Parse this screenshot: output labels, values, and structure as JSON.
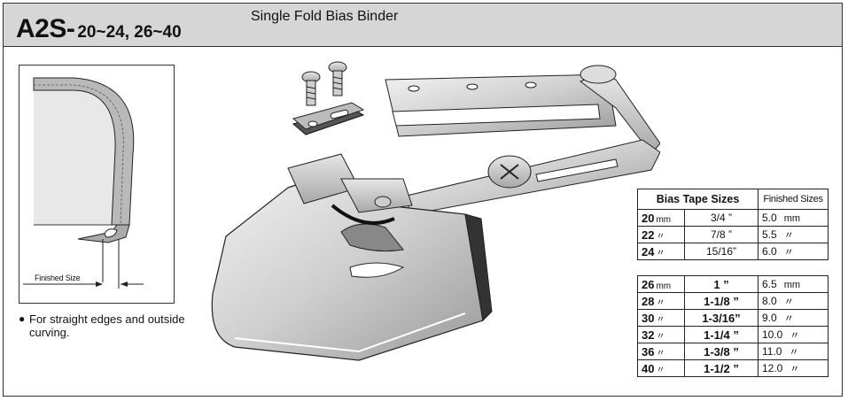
{
  "header": {
    "model_prefix": "A2S-",
    "model_sizes": "20~24, 26~40",
    "title": "Single Fold Bias Binder"
  },
  "figure": {
    "label": "Finished Size"
  },
  "note": {
    "bullet": "●",
    "text": "For straight edges and outside curving."
  },
  "table": {
    "header_bias": "Bias Tape Sizes",
    "header_finished": "Finished Sizes",
    "group1": [
      {
        "mm": "20",
        "unit": "mm",
        "inch": "3/4 ”",
        "finished": "5.0",
        "fin_unit": "mm"
      },
      {
        "mm": "22",
        "unit": "〃",
        "inch": "7/8 ”",
        "finished": "5.5",
        "fin_unit": "〃"
      },
      {
        "mm": "24",
        "unit": "〃",
        "inch": "15/16”",
        "finished": "6.0",
        "fin_unit": "〃"
      }
    ],
    "group2": [
      {
        "mm": "26",
        "unit": "mm",
        "inch": "1 ”",
        "finished": "6.5",
        "fin_unit": "mm"
      },
      {
        "mm": "28",
        "unit": "〃",
        "inch": "1-1/8 ”",
        "finished": "8.0",
        "fin_unit": "〃"
      },
      {
        "mm": "30",
        "unit": "〃",
        "inch": "1-3/16”",
        "finished": "9.0",
        "fin_unit": "〃"
      },
      {
        "mm": "32",
        "unit": "〃",
        "inch": "1-1/4 ”",
        "finished": "10.0",
        "fin_unit": "〃"
      },
      {
        "mm": "36",
        "unit": "〃",
        "inch": "1-3/8 ”",
        "finished": "11.0",
        "fin_unit": "〃"
      },
      {
        "mm": "40",
        "unit": "〃",
        "inch": "1-1/2 ”",
        "finished": "12.0",
        "fin_unit": "〃"
      }
    ]
  }
}
